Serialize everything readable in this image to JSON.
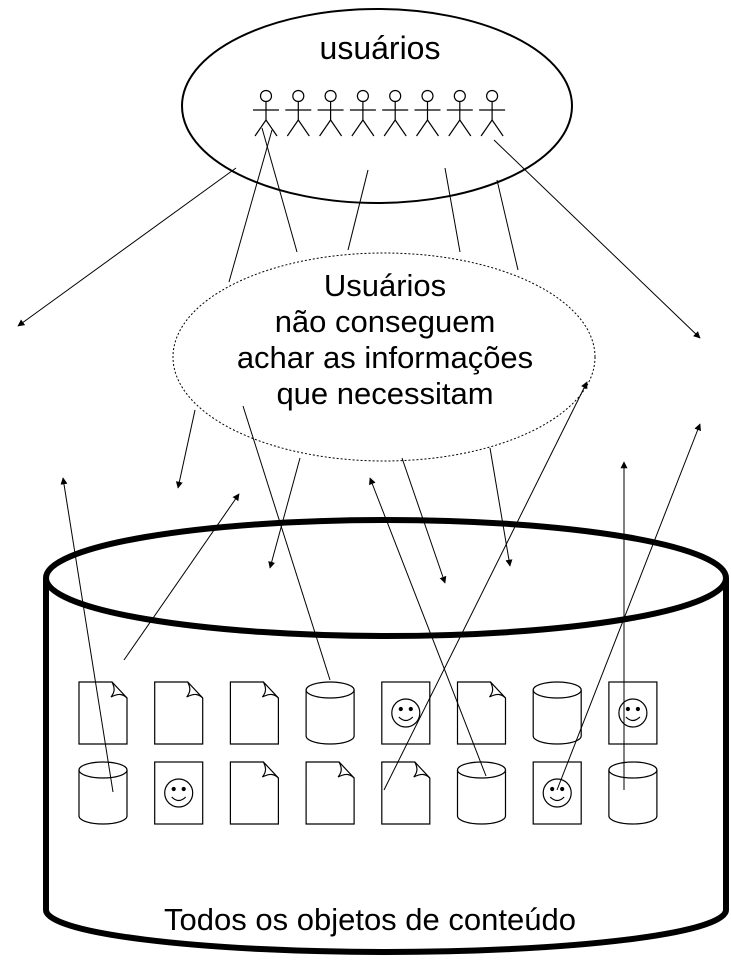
{
  "users_group": {
    "label": "usuários",
    "figure_count": 8
  },
  "problem": {
    "lines": [
      "Usuários",
      "não conseguem",
      "achar  as informações",
      "que necessitam"
    ]
  },
  "repository": {
    "label": "Todos os objetos de conteúdo",
    "items": [
      [
        "document-icon",
        "document-icon",
        "document-icon",
        "cylinder-icon",
        "smiley-icon",
        "document-icon",
        "cylinder-icon",
        "smiley-icon"
      ],
      [
        "cylinder-icon",
        "smiley-icon",
        "document-icon",
        "document-icon",
        "document-icon",
        "cylinder-icon",
        "smiley-icon",
        "cylinder-icon"
      ]
    ]
  }
}
